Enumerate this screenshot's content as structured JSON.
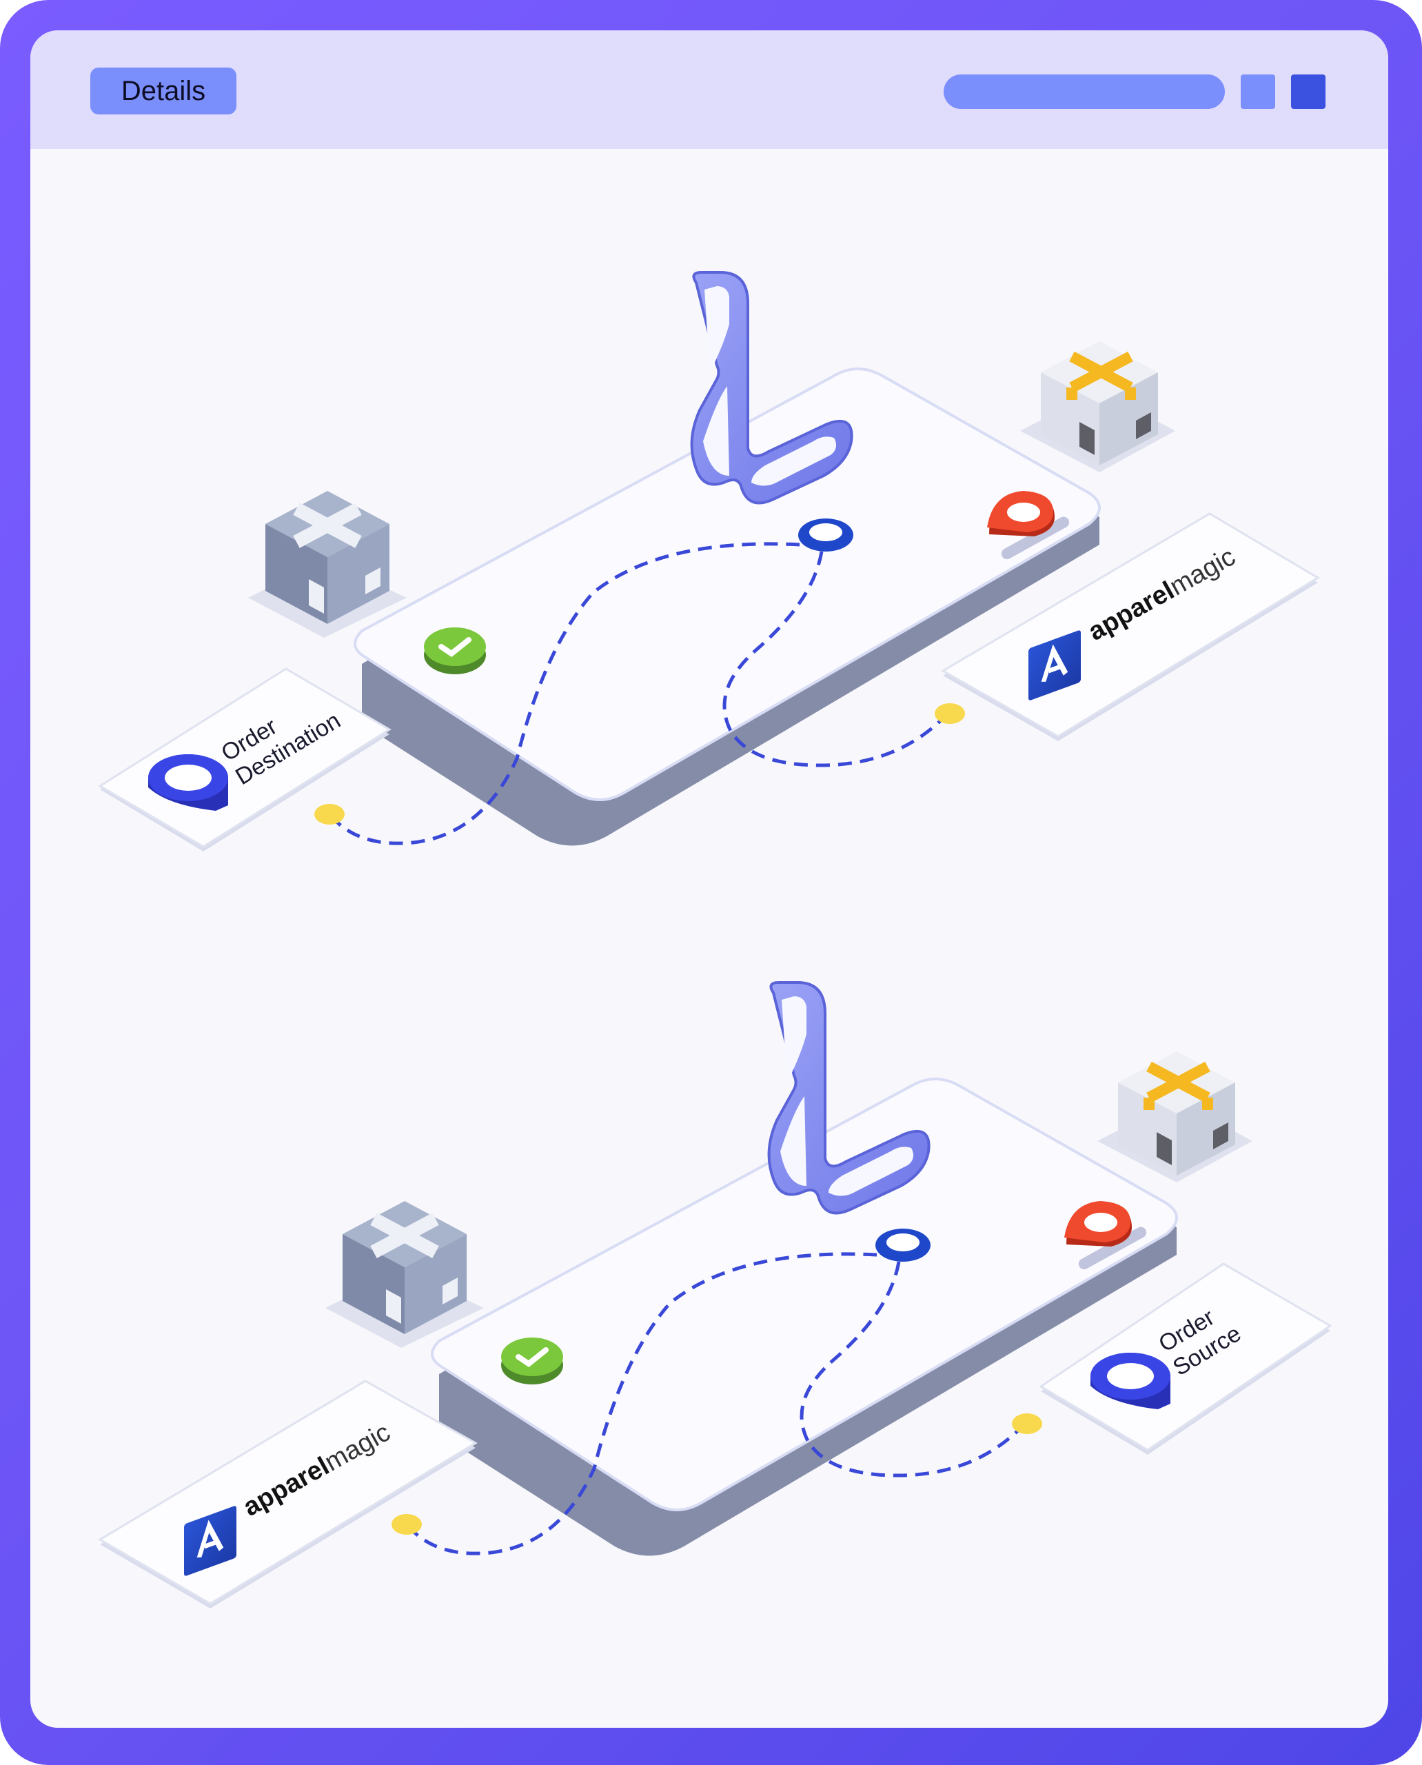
{
  "window": {
    "tab_label": "Details"
  },
  "scenes": [
    {
      "card_left_line1": "Order",
      "card_left_line2": "Destination",
      "brand_bold": "apparel",
      "brand_light": "magic"
    },
    {
      "card_right_line1": "Order",
      "card_right_line2": "Source",
      "brand_bold": "apparel",
      "brand_light": "magic"
    }
  ],
  "colors": {
    "frame": "#6b54f5",
    "titlebar": "#e0dcfc",
    "accent": "#7b8ffc",
    "accent_dark": "#3b52e0",
    "pin_blue": "#3a45e6",
    "pin_red": "#f04a2e",
    "check_green": "#7cc83c",
    "dot_yellow": "#f8d84c",
    "logo_purple": "#8e95f2"
  }
}
